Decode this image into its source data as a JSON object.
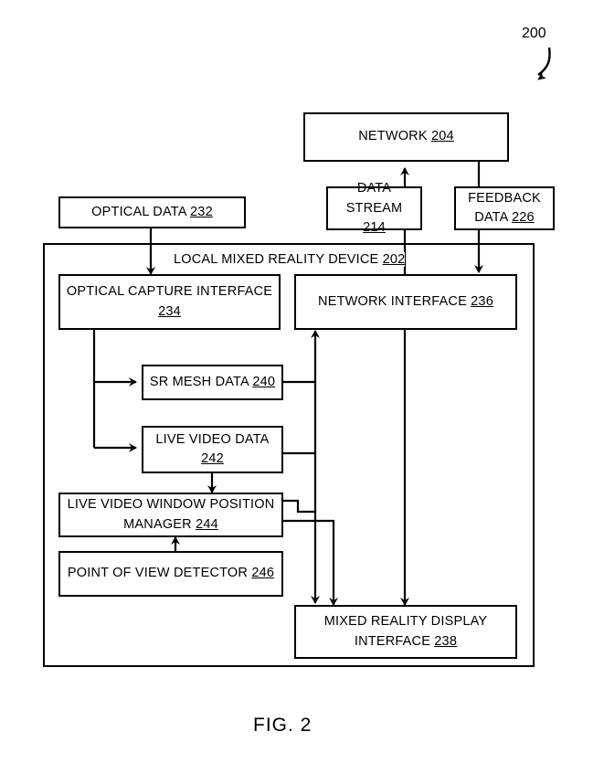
{
  "figure": {
    "caption": "FIG. 2",
    "callout_label": "200",
    "background_color": "#ffffff",
    "line_color": "#000000"
  },
  "nodes": {
    "network": {
      "line1": "NETWORK ",
      "ref": "204"
    },
    "data_stream": {
      "line1": "DATA",
      "line2": "STREAM ",
      "ref": "214"
    },
    "feedback_data": {
      "line1": "FEEDBACK",
      "line2": "DATA ",
      "ref": "226"
    },
    "optical_data": {
      "line1": "OPTICAL DATA ",
      "ref": "232"
    },
    "local_device": {
      "line1": "LOCAL MIXED REALITY DEVICE ",
      "ref": "202"
    },
    "optical_capture_interface": {
      "line1": "OPTICAL CAPTURE INTERFACE",
      "ref": "234"
    },
    "network_interface": {
      "line1": "NETWORK INTERFACE ",
      "ref": "236"
    },
    "sr_mesh_data": {
      "line1": "SR MESH DATA ",
      "ref": "240"
    },
    "live_video_data": {
      "line1": "LIVE VIDEO DATA",
      "ref": "242"
    },
    "live_video_window_position_manager": {
      "line1": "LIVE VIDEO WINDOW POSITION",
      "line2": "MANAGER ",
      "ref": "244"
    },
    "point_of_view_detector": {
      "line1": "POINT OF VIEW DETECTOR ",
      "ref": "246"
    },
    "mixed_reality_display_interface": {
      "line1": "MIXED REALITY DISPLAY",
      "line2": "INTERFACE ",
      "ref": "238"
    }
  },
  "connections": [
    {
      "from": "data_stream",
      "to": "network",
      "arrow": "up"
    },
    {
      "from": "network",
      "to": "feedback_data",
      "arrow": "none"
    },
    {
      "from": "feedback_data",
      "to": "network_interface",
      "arrow": "down"
    },
    {
      "from": "optical_data",
      "to": "optical_capture_interface",
      "arrow": "down"
    },
    {
      "from": "optical_capture_interface",
      "to": "sr_mesh_data",
      "arrow": "right"
    },
    {
      "from": "optical_capture_interface",
      "to": "live_video_data",
      "arrow": "right"
    },
    {
      "from": "live_video_data",
      "to": "live_video_window_position_manager",
      "arrow": "down"
    },
    {
      "from": "point_of_view_detector",
      "to": "live_video_window_position_manager",
      "arrow": "up"
    },
    {
      "from": "sr_mesh_data",
      "to": "bus",
      "arrow": "none"
    },
    {
      "from": "live_video_data",
      "to": "bus",
      "arrow": "none"
    },
    {
      "from": "live_video_window_position_manager",
      "to": "bus",
      "arrow": "none"
    },
    {
      "from": "bus",
      "to": "network_interface",
      "arrow": "up"
    },
    {
      "from": "bus",
      "to": "mixed_reality_display_interface",
      "arrow": "down"
    },
    {
      "from": "data_stream",
      "to": "mixed_reality_display_interface",
      "arrow": "down"
    }
  ]
}
